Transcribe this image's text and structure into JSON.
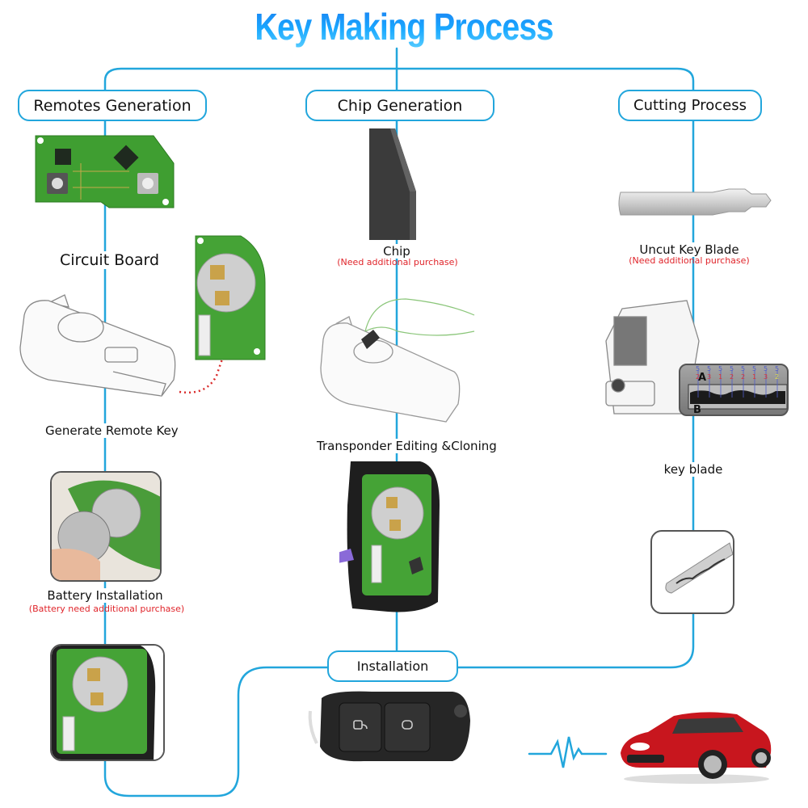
{
  "title": "Key Making Process",
  "colors": {
    "connector": "#22a6dc",
    "title_gradient_top": "#1a7cf0",
    "title_gradient_bottom": "#56ccff",
    "note_red": "#e0252b",
    "frame_gray": "#555555"
  },
  "sections": [
    {
      "heading": "Remotes Generation",
      "steps": [
        {
          "label": "Circuit Board",
          "image": "circuit-board-pcb"
        },
        {
          "label": "Generate Remote Key",
          "image": "key-tool-with-remote-pcb"
        },
        {
          "label": "Battery Installation",
          "note": "(Battery need additional purchase)",
          "image": "coin-battery-install"
        },
        {
          "label": "",
          "image": "remote-shell-with-pcb"
        }
      ]
    },
    {
      "heading": "Chip Generation",
      "steps": [
        {
          "label": "Chip",
          "note": "(Need additional purchase)",
          "image": "transponder-chip"
        },
        {
          "label": "Transponder Editing &Cloning",
          "image": "key-tool-with-chip"
        },
        {
          "label": "",
          "image": "remote-shell-with-chip"
        }
      ]
    },
    {
      "heading": "Cutting Process",
      "steps": [
        {
          "label": "Uncut Key  Blade",
          "note": "(Need additional purchase)",
          "image": "uncut-key-blade"
        },
        {
          "label": "",
          "image": "key-cutting-machine",
          "inset": {
            "markers": [
              "A",
              "B"
            ],
            "top_digits": [
              "5",
              "5",
              "5",
              "5",
              "5",
              "5",
              "5",
              "5"
            ],
            "bottom_digits": [
              "2",
              "3",
              "1",
              "2",
              "2",
              "1",
              "3",
              "2"
            ]
          }
        },
        {
          "label": "key blade",
          "image": "cut-key-blade"
        }
      ]
    }
  ],
  "final": {
    "heading": "Installation",
    "image": "flip-remote-key",
    "signal": "pulse-wave",
    "target": "red-sports-car"
  }
}
